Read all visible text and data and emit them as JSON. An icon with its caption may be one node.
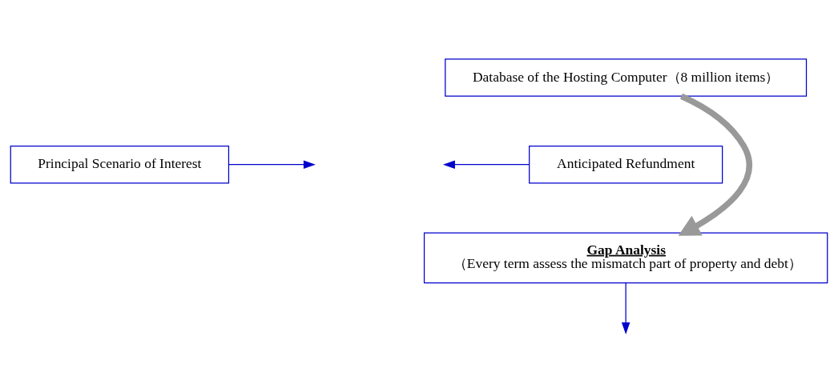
{
  "diagram": {
    "nodes": [
      {
        "text": [
          "Database of the Hosting Computer（8 million items）"
        ]
      },
      {
        "text": [
          "Principal Scenario of Interest"
        ]
      },
      {
        "text": [
          "Anticipated Refundment"
        ]
      },
      {
        "text": [
          "Gap Analysis",
          "（Every term assess the mismatch part of property and debt）"
        ]
      }
    ],
    "edges": [
      {
        "from": 0,
        "to": 3,
        "arrow": "to",
        "style": "thick",
        "color": "#999999"
      },
      {
        "from": 1,
        "to": null,
        "arrow": "to"
      },
      {
        "from": 2,
        "to": null,
        "arrow": "to"
      },
      {
        "from": 3,
        "to": null,
        "arrow": "to"
      }
    ]
  }
}
